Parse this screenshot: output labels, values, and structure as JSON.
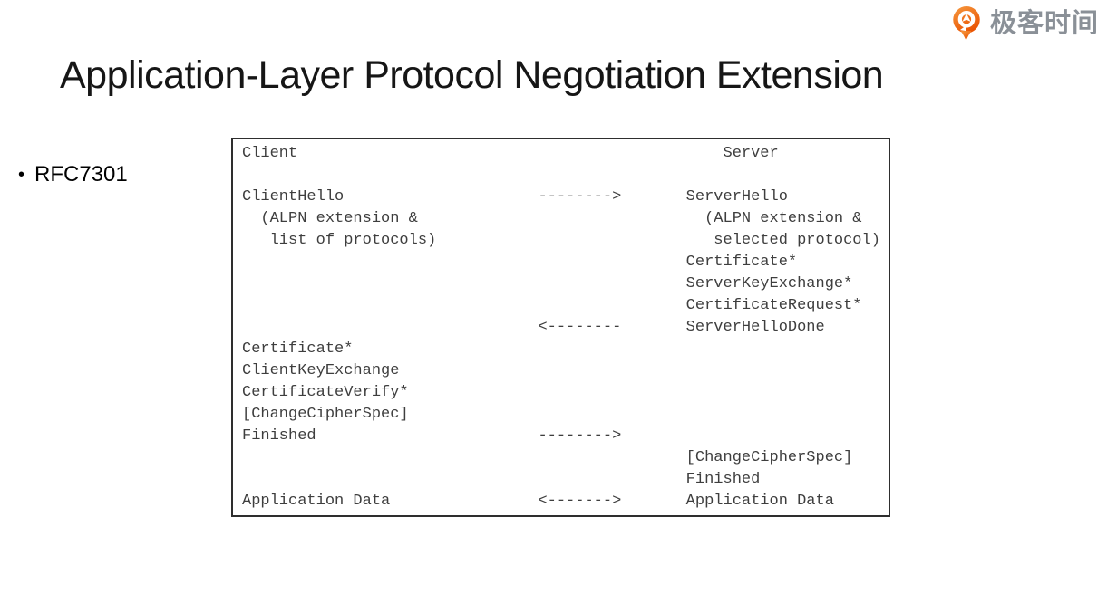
{
  "logo": {
    "icon": "geektime-logo-icon",
    "text": "极客时间",
    "icon_color_top": "#f6993f",
    "icon_color_bottom": "#ea5504",
    "text_color": "#8a9097"
  },
  "slide": {
    "title": "Application-Layer Protocol Negotiation Extension",
    "title_color": "#161616",
    "background": "#ffffff"
  },
  "bullets": [
    {
      "marker": "•",
      "text": "RFC7301"
    }
  ],
  "figure": {
    "border_color": "#2e2e2e",
    "text_color": "#3e3e3e",
    "client_label": "Client",
    "server_label": "Server",
    "lines": [
      "Client                                              Server",
      "",
      "ClientHello                     -------->       ServerHello",
      "  (ALPN extension &                               (ALPN extension &",
      "   list of protocols)                              selected protocol)",
      "                                                Certificate*",
      "                                                ServerKeyExchange*",
      "                                                CertificateRequest*",
      "                                <--------       ServerHelloDone",
      "Certificate*",
      "ClientKeyExchange",
      "CertificateVerify*",
      "[ChangeCipherSpec]",
      "Finished                        -------->",
      "                                                [ChangeCipherSpec]",
      "                                                Finished",
      "Application Data                <------->       Application Data"
    ]
  }
}
